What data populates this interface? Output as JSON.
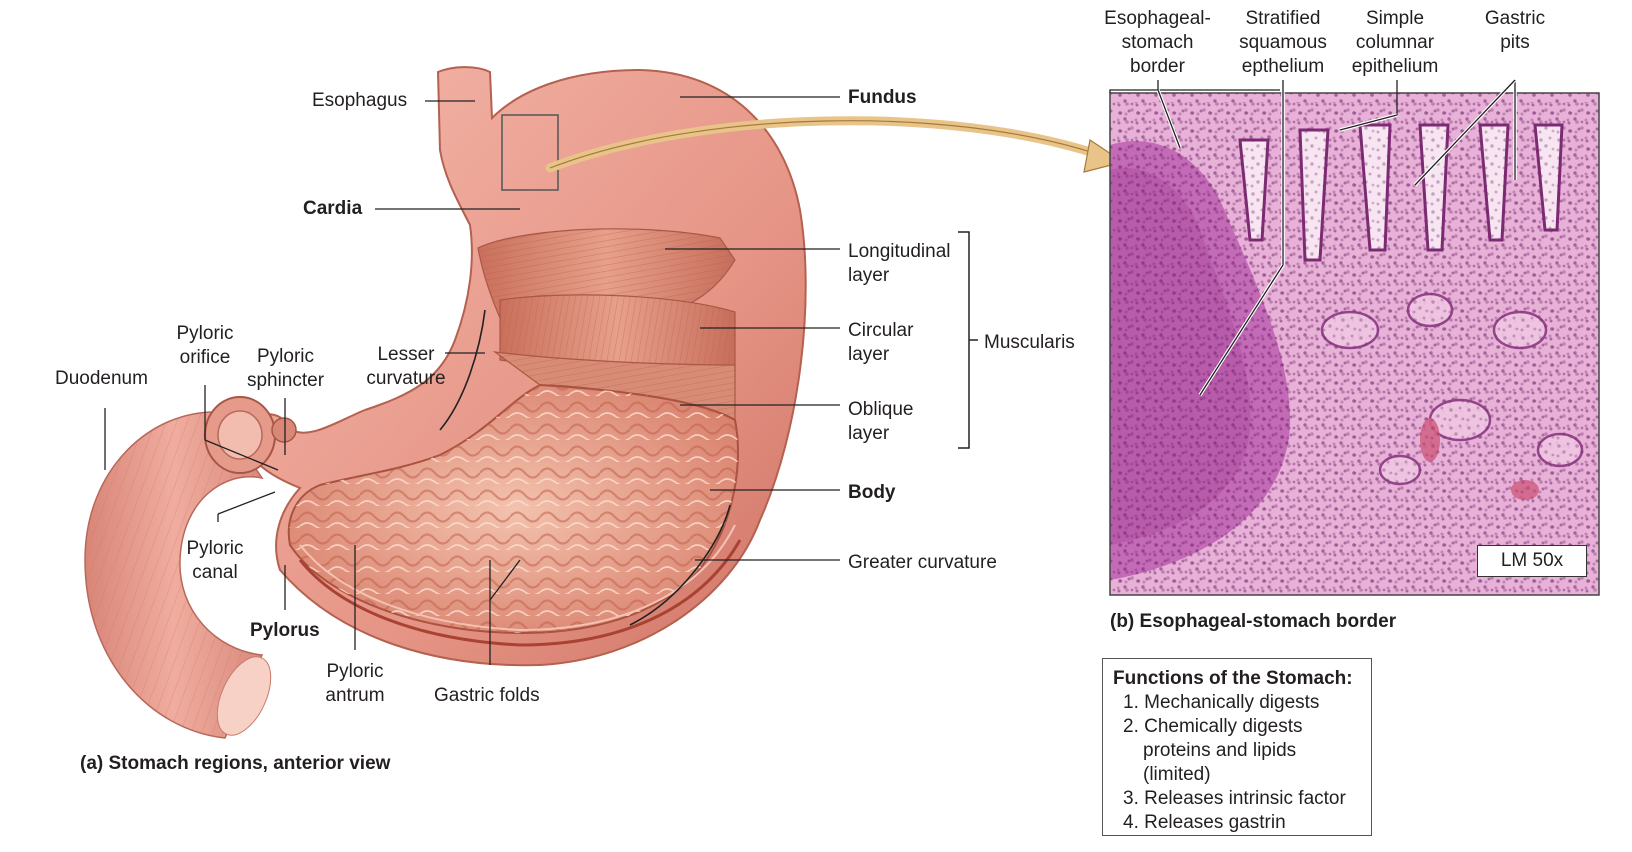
{
  "labels": {
    "esophagus": "Esophagus",
    "fundus": "Fundus",
    "cardia": "Cardia",
    "longitudinal_1": "Longitudinal",
    "longitudinal_2": "layer",
    "circular_1": "Circular",
    "circular_2": "layer",
    "oblique_1": "Oblique",
    "oblique_2": "layer",
    "muscularis": "Muscularis",
    "body": "Body",
    "greater_curvature": "Greater curvature",
    "lesser_curvature_1": "Lesser",
    "lesser_curvature_2": "curvature",
    "pyloric_orifice_1": "Pyloric",
    "pyloric_orifice_2": "orifice",
    "pyloric_sphincter_1": "Pyloric",
    "pyloric_sphincter_2": "sphincter",
    "duodenum": "Duodenum",
    "pyloric_canal_1": "Pyloric",
    "pyloric_canal_2": "canal",
    "pylorus": "Pylorus",
    "pyloric_antrum_1": "Pyloric",
    "pyloric_antrum_2": "antrum",
    "gastric_folds": "Gastric folds"
  },
  "micro_labels": {
    "esophageal_border_1": "Esophageal-",
    "esophageal_border_2": "stomach",
    "esophageal_border_3": "border",
    "stratified_1": "Stratified",
    "stratified_2": "squamous",
    "stratified_3": "epthelium",
    "simple_1": "Simple",
    "simple_2": "columnar",
    "simple_3": "epithelium",
    "gastric_pits_1": "Gastric",
    "gastric_pits_2": "pits",
    "magnification": "LM 50x"
  },
  "captions": {
    "a": "(a) Stomach regions, anterior view",
    "b": "(b) Esophageal-stomach border"
  },
  "functions": {
    "title": "Functions of the Stomach:",
    "items": [
      "1. Mechanically digests",
      "2. Chemically digests",
      "   proteins and lipids",
      "   (limited)",
      "3. Releases intrinsic factor",
      "4. Releases gastrin"
    ]
  },
  "colors": {
    "stomach_outer": "#e9a093",
    "stomach_dark": "#c9695d",
    "muscle": "#d98a73",
    "mucosa": "#e7a690",
    "histology_bg": "#e3a3cf",
    "histology_dark": "#8a2f7d"
  }
}
